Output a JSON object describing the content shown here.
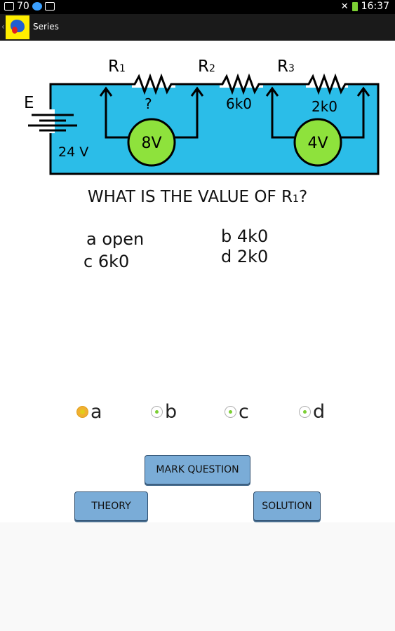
{
  "status_bar": {
    "notification_count": "70",
    "time": "16:37"
  },
  "action_bar": {
    "title": "Series"
  },
  "circuit": {
    "source_label": "E",
    "source_voltage": "24 V",
    "resistors": [
      {
        "label": "R",
        "subscript": "1",
        "value": "?"
      },
      {
        "label": "R",
        "subscript": "2",
        "value": "6k0"
      },
      {
        "label": "R",
        "subscript": "3",
        "value": "2k0"
      }
    ],
    "meters": [
      {
        "reading": "8V"
      },
      {
        "reading": "4V"
      }
    ],
    "colors": {
      "background": "#2bbde8",
      "meter": "#8ee23c",
      "wire": "#000000"
    }
  },
  "question": {
    "prefix": "WHAT IS THE VALUE OF R",
    "subscript": "1",
    "suffix": "?"
  },
  "options": [
    {
      "letter": "a",
      "text": "open"
    },
    {
      "letter": "b",
      "text": "4k0"
    },
    {
      "letter": "c",
      "text": "6k0"
    },
    {
      "letter": "d",
      "text": "2k0"
    }
  ],
  "answers": {
    "selected": "a",
    "choices": [
      {
        "label": "a"
      },
      {
        "label": "b"
      },
      {
        "label": "c"
      },
      {
        "label": "d"
      }
    ]
  },
  "buttons": {
    "mark_question": "MARK QUESTION",
    "theory": "THEORY",
    "solution": "SOLUTION"
  }
}
